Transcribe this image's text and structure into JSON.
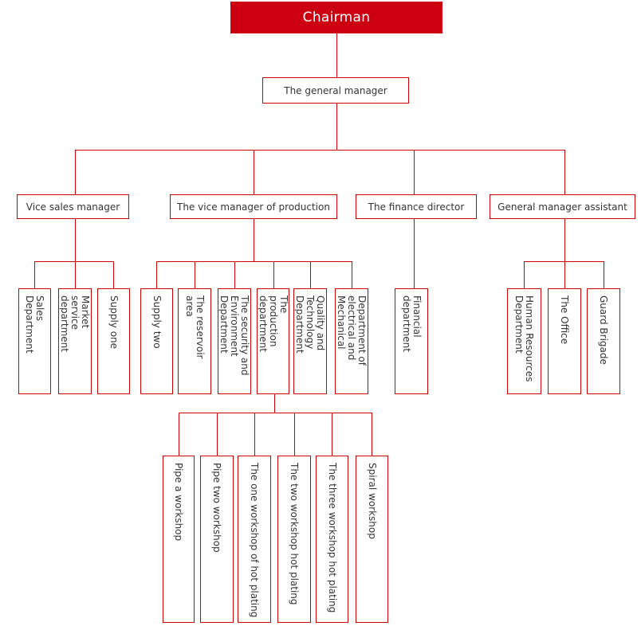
{
  "colors": {
    "root_fill": "#cc0011",
    "root_text": "#ffffff",
    "line_and_border": "#cc0000",
    "node_text": "#333333",
    "background": "#ffffff"
  },
  "org": {
    "chairman": "Chairman",
    "general_manager": "The general manager",
    "vice_sales": {
      "label": "Vice sales manager",
      "children": [
        "Sales\nDepartment",
        "Market\nservice\ndepartment",
        "Supply one"
      ]
    },
    "production": {
      "label": "The vice manager of production",
      "children": [
        "Supply two",
        "The reservoir\narea",
        "The security and\nEnvironment\nDepartment",
        "The\nproduction\ndepartment",
        "Quality and\nTechnology\nDepartment",
        "Department of\nelectrical and\nMechanical"
      ]
    },
    "finance": {
      "label": "The finance director",
      "children": [
        "Financial\ndepartment"
      ]
    },
    "assistant": {
      "label": "General manager assistant",
      "children": [
        "Human Resources\nDepartment",
        "The Office",
        "Guard Brigade"
      ]
    },
    "production_department_workshops": [
      "Pipe a workshop",
      "Pipe two workshop",
      "The one workshop of hot plating",
      "The two workshop hot plating",
      "The three workshop hot plating",
      "Spiral workshop"
    ]
  }
}
